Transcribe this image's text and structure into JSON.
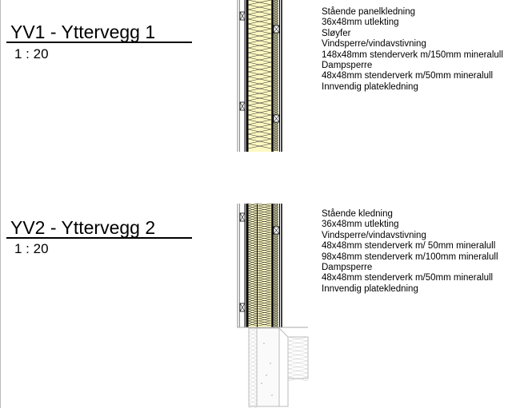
{
  "details": [
    {
      "title": "YV1 - Yttervegg 1",
      "scale": "1 : 20",
      "layers": [
        "Stående panelkledning",
        "36x48mm utlekting",
        "Sløyfer",
        "Vindsperre/vindavstivning",
        "148x48mm stenderverk m/150mm mineralull",
        "Dampsperre",
        "48x48mm stenderverk m/50mm mineralull",
        "Innvendig platekledning"
      ]
    },
    {
      "title": "YV2 - Yttervegg 2",
      "scale": "1 : 20",
      "layers": [
        "Stående kledning",
        "36x48mm utlekting",
        "Vindsperre/vindavstivning",
        "48x48mm stenderverk m/ 50mm mineralull",
        "98x48mm stenderverk m/100mm mineralull",
        "Dampsperre",
        "48x48mm stenderverk m/50mm mineralull",
        "Innvendig platekledning"
      ]
    }
  ],
  "colors": {
    "insulation": "#fdf8c0",
    "line": "#000000",
    "foundation": "#bbbbbb"
  }
}
